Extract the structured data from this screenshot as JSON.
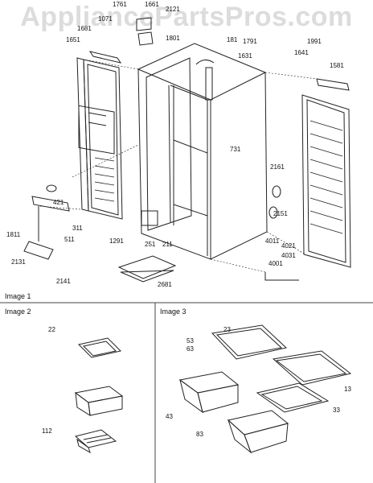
{
  "watermark": "AppliancePartsPros.com",
  "panels": [
    {
      "label": "Image 1"
    },
    {
      "label": "Image 2"
    },
    {
      "label": "Image 3"
    }
  ],
  "callouts": [
    "1761",
    "1661",
    "2121",
    "1071",
    "1681",
    "1651",
    "1801",
    "181",
    "1791",
    "1631",
    "1991",
    "1641",
    "1581",
    "731",
    "421",
    "2161",
    "2151",
    "311",
    "1811",
    "511",
    "1291",
    "251",
    "211",
    "2131",
    "2141",
    "2681",
    "4011",
    "4021",
    "4031",
    "4001",
    "22",
    "112",
    "23",
    "53",
    "63",
    "43",
    "13",
    "33",
    "83"
  ]
}
